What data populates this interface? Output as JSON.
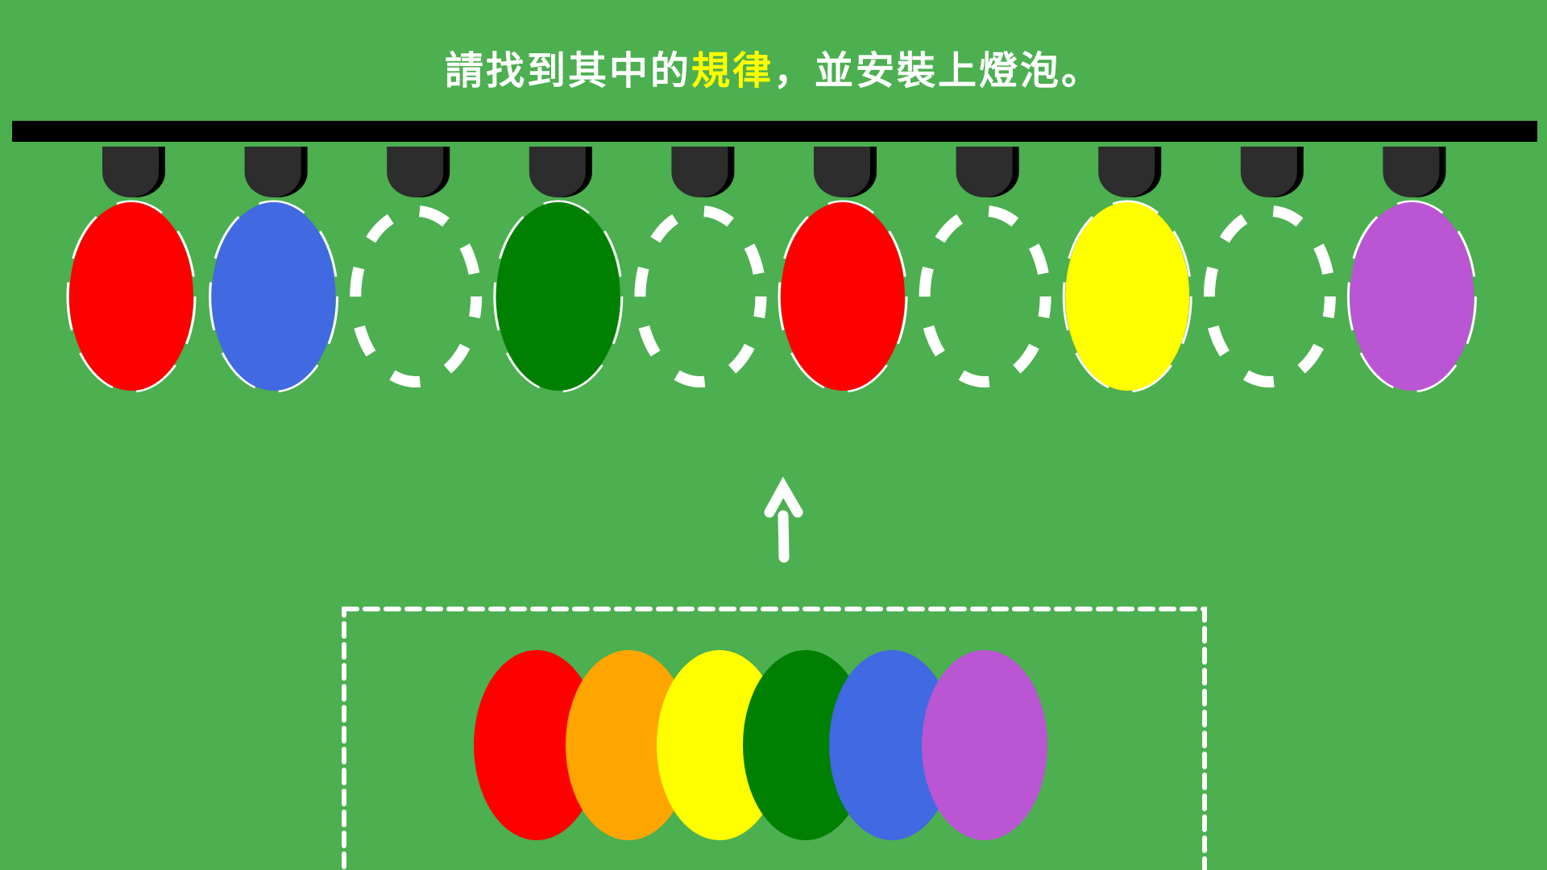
{
  "title": {
    "before": "請找到其中的",
    "highlight": "規律",
    "after": "，並安裝上燈泡。"
  },
  "colors": {
    "background": "#4caf50",
    "highlight": "#ffff00",
    "bar": "#000000",
    "socket": "#2d2d2d"
  },
  "string_slots": [
    {
      "state": "filled",
      "color": "#ff0000"
    },
    {
      "state": "filled",
      "color": "#4169e1"
    },
    {
      "state": "empty"
    },
    {
      "state": "filled",
      "color": "#008000"
    },
    {
      "state": "empty"
    },
    {
      "state": "filled",
      "color": "#ff0000"
    },
    {
      "state": "empty"
    },
    {
      "state": "filled",
      "color": "#ffff00"
    },
    {
      "state": "empty"
    },
    {
      "state": "filled",
      "color": "#ba55d3"
    }
  ],
  "palette": [
    {
      "name": "red",
      "color": "#ff0000"
    },
    {
      "name": "orange",
      "color": "#ffa500"
    },
    {
      "name": "yellow",
      "color": "#ffff00"
    },
    {
      "name": "green",
      "color": "#008000"
    },
    {
      "name": "blue",
      "color": "#4169e1"
    },
    {
      "name": "purple",
      "color": "#ba55d3"
    }
  ]
}
